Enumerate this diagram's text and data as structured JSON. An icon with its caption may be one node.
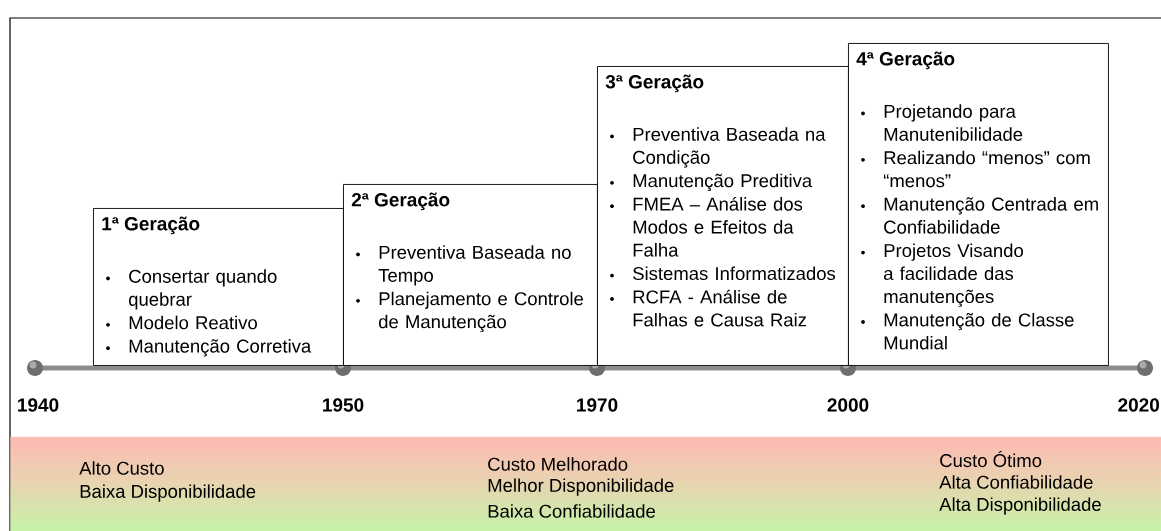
{
  "diagram": {
    "nodes": [
      {
        "text": [
          "1ª Geração",
          "Consertar quando quebrar",
          "Modelo Reativo",
          "Manutenção Corretiva"
        ]
      },
      {
        "text": [
          "2ª Geração",
          "Preventiva Baseada no Tempo",
          "Planejamento e Controle de Manutenção"
        ]
      },
      {
        "text": [
          "3ª Geração",
          "Preventiva Baseada na Condição",
          "Manutenção Preditiva",
          "FMEA – Análise dos Modos e Efeitos da Falha",
          "Sistemas Informatizados",
          "RCFA - Análise de Falhas e Causa Raiz"
        ]
      },
      {
        "text": [
          "4ª Geração",
          "Projetando para Manutenibilidade",
          "Realizando “menos” com “menos”",
          "Manutenção Centrada em Confiabilidade",
          "Projetos Visando a facilidade das manutenções",
          "Manutenção de Classe Mundial"
        ]
      },
      {
        "text": [
          "Alto Custo",
          "Baixa Disponibilidade",
          "Custo Melhorado",
          "Melhor Disponibilidade",
          "Baixa Confiabilidade",
          "Custo Ótimo",
          "Alta Confiabilidade",
          "Alta Disponibilidade"
        ]
      }
    ],
    "edges": [],
    "labels": [
      "1940",
      "1950",
      "1970",
      "2000",
      "2020"
    ]
  }
}
